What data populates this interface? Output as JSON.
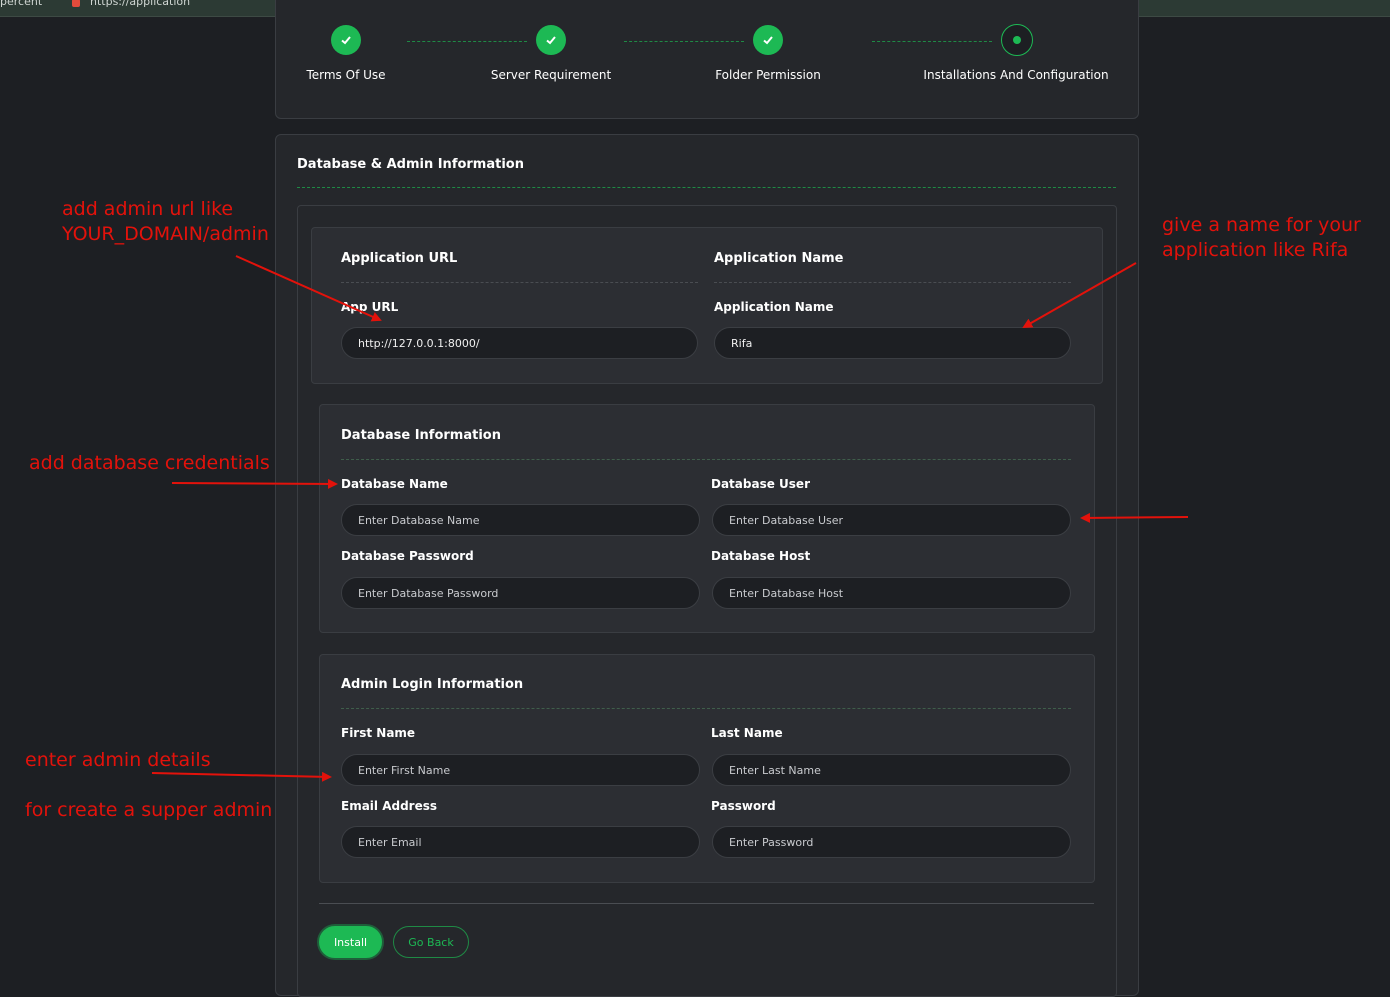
{
  "browser": {
    "tab_text": "percent",
    "url_text": "https://application"
  },
  "stepper": {
    "steps": [
      {
        "label": "Terms Of Use",
        "state": "done"
      },
      {
        "label": "Server Requirement",
        "state": "done"
      },
      {
        "label": "Folder Permission",
        "state": "done"
      },
      {
        "label": "Installations And Configuration",
        "state": "current"
      }
    ]
  },
  "form": {
    "title": "Database & Admin Information",
    "application": {
      "url_title": "Application URL",
      "name_title": "Application Name",
      "app_url_label": "App URL",
      "app_url_value": "http://127.0.0.1:8000/",
      "app_name_label": "Application Name",
      "app_name_value": "Rifa"
    },
    "database": {
      "title": "Database Information",
      "name_label": "Database Name",
      "name_placeholder": "Enter Database Name",
      "user_label": "Database User",
      "user_placeholder": "Enter Database User",
      "password_label": "Database Password",
      "password_placeholder": "Enter Database Password",
      "host_label": "Database Host",
      "host_placeholder": "Enter Database Host"
    },
    "admin": {
      "title": "Admin Login Information",
      "first_label": "First Name",
      "first_placeholder": "Enter First Name",
      "last_label": "Last Name",
      "last_placeholder": "Enter Last Name",
      "email_label": "Email Address",
      "email_placeholder": "Enter Email",
      "password_label": "Password",
      "password_placeholder": "Enter Password"
    },
    "install_label": "Install",
    "back_label": "Go Back"
  },
  "annotations": {
    "admin_url_line1": "add admin url like",
    "admin_url_line2": "YOUR_DOMAIN/admin",
    "app_name_line1": "give a name for your",
    "app_name_line2": "application like Rifa",
    "db_note": "add database credentials",
    "admin_note1": "enter admin details",
    "admin_note2": "for create a supper admin"
  },
  "colors": {
    "accent": "#1db954",
    "annotation": "#e3120b",
    "background": "#1d1f23"
  }
}
